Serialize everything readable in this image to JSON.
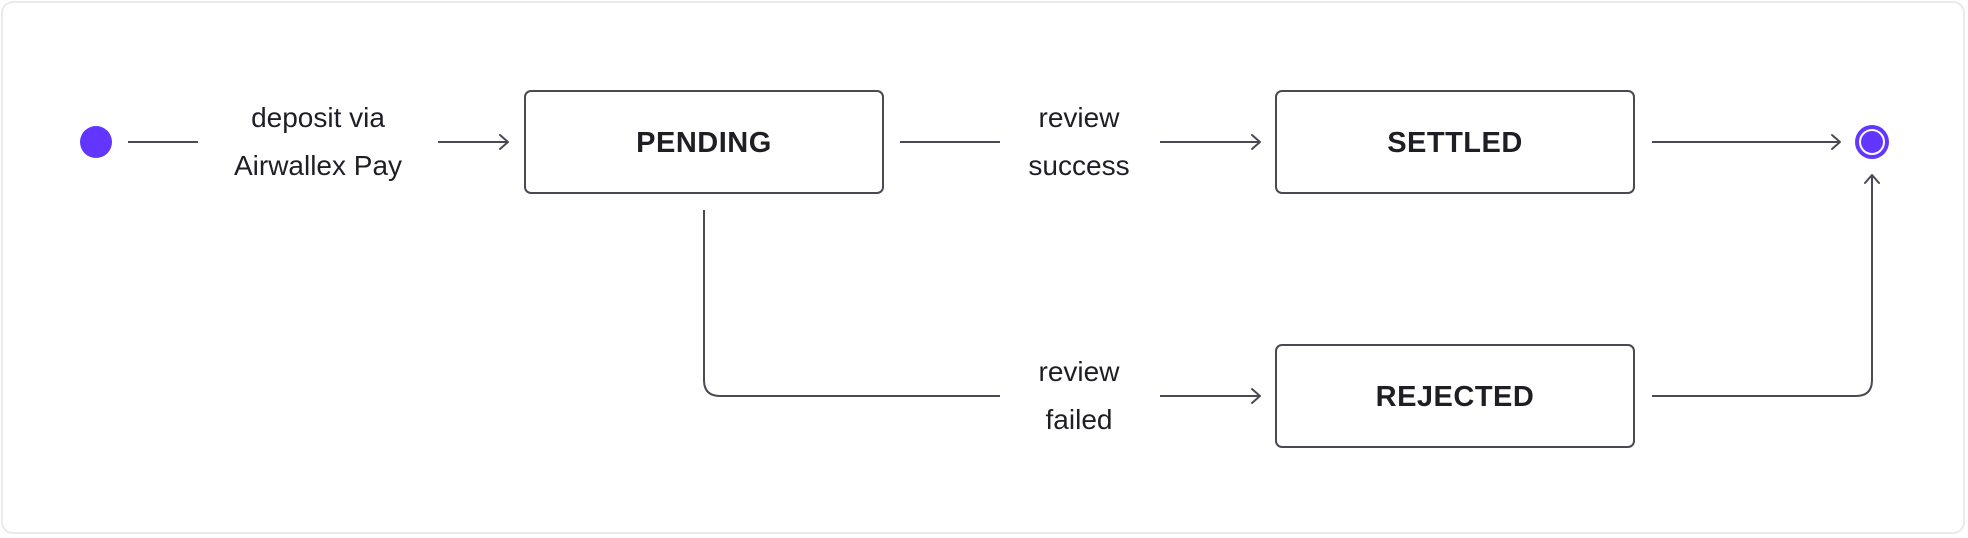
{
  "diagram": {
    "colors": {
      "accent": "#6236ff",
      "stroke": "#4a4a55",
      "text": "#1e1e24",
      "frame_border": "#e9e9ee"
    },
    "states": {
      "pending": "PENDING",
      "settled": "SETTLED",
      "rejected": "REJECTED"
    },
    "transitions": {
      "deposit": [
        "deposit via",
        "Airwallex Pay"
      ],
      "review_success": [
        "review",
        "success"
      ],
      "review_failed": [
        "review",
        "failed"
      ]
    },
    "nodes": {
      "initial": "initial-state-icon",
      "final": "final-state-icon"
    }
  }
}
